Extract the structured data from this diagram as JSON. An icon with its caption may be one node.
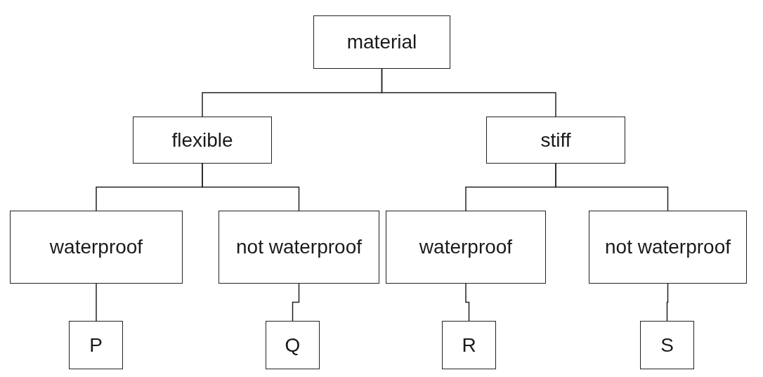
{
  "diagram": {
    "nodes": [
      {
        "text": [
          "material"
        ]
      },
      {
        "text": [
          "flexible"
        ]
      },
      {
        "text": [
          "stiff"
        ]
      },
      {
        "text": [
          "waterproof"
        ]
      },
      {
        "text": [
          "not waterproof"
        ]
      },
      {
        "text": [
          "waterproof"
        ]
      },
      {
        "text": [
          "not waterproof"
        ]
      },
      {
        "text": [
          "P"
        ]
      },
      {
        "text": [
          "Q"
        ]
      },
      {
        "text": [
          "R"
        ]
      },
      {
        "text": [
          "S"
        ]
      }
    ],
    "edges": [
      {
        "from": 0,
        "to": 1,
        "arrow": "none"
      },
      {
        "from": 0,
        "to": 2,
        "arrow": "none"
      },
      {
        "from": 1,
        "to": 3,
        "arrow": "none"
      },
      {
        "from": 1,
        "to": 4,
        "arrow": "none"
      },
      {
        "from": 2,
        "to": 5,
        "arrow": "none"
      },
      {
        "from": 2,
        "to": 6,
        "arrow": "none"
      },
      {
        "from": 3,
        "to": 7,
        "arrow": "none"
      },
      {
        "from": 4,
        "to": 8,
        "arrow": "none"
      },
      {
        "from": 5,
        "to": 9,
        "arrow": "none"
      },
      {
        "from": 6,
        "to": 10,
        "arrow": "none"
      }
    ]
  }
}
